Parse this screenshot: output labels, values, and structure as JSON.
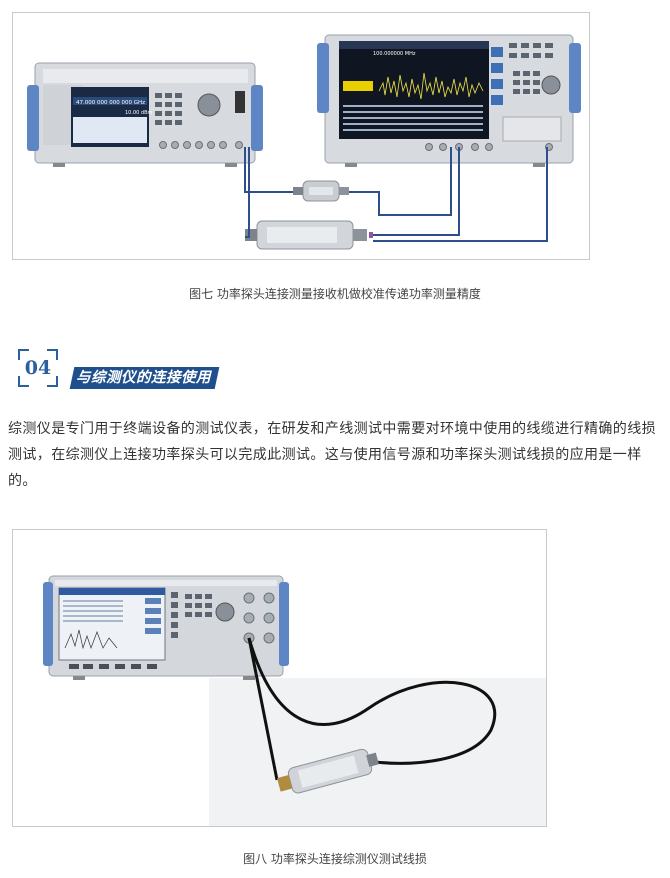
{
  "figure7": {
    "caption": "图七 功率探头连接测量接收机做校准传递功率测量精度",
    "signal_generator": {
      "frequency_readout": "47.000 000 000 000 GHz",
      "level_readout": "10.00 dBm"
    },
    "receiver": {
      "header_readout": "100.000000 MHz"
    }
  },
  "section": {
    "number": "04",
    "title": "与综测仪的连接使用"
  },
  "paragraph": "综测仪是专门用于终端设备的测试仪表，在研发和产线测试中需要对环境中使用的线缆进行精确的线损测试，在综测仪上连接功率探头可以完成此测试。这与使用信号源和功率探头测试线损的应用是一样的。",
  "figure8": {
    "caption": "图八 功率探头连接综测仪测试线损"
  },
  "colors": {
    "section_blue": "#2b5f9e",
    "title_bg": "#1f4f8c",
    "cable_blue": "#2d4f8c"
  }
}
